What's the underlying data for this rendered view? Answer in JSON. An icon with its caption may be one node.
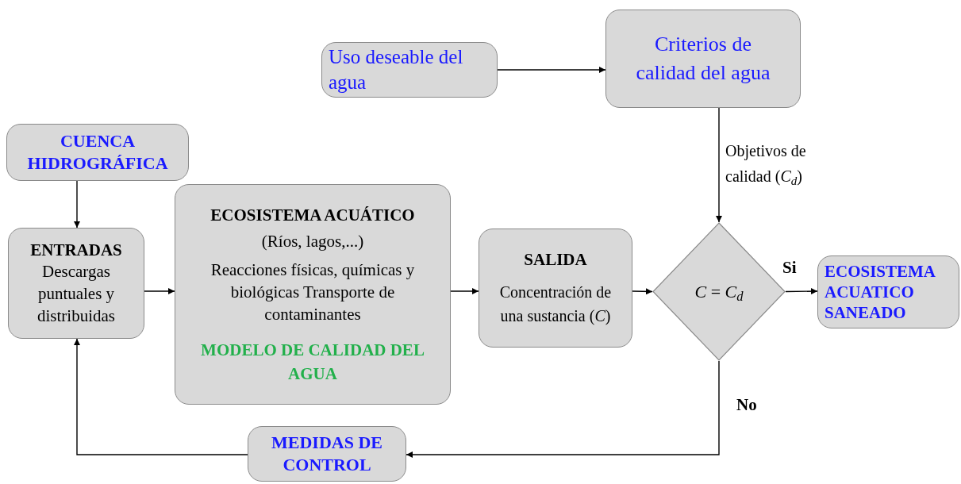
{
  "diagram": {
    "nodes": [
      {
        "text": [
          "Uso deseable del agua"
        ]
      },
      {
        "text": [
          "Criterios de calidad del agua"
        ]
      },
      {
        "text": [
          "CUENCA HIDROGRÁFICA"
        ]
      },
      {
        "text": [
          "ENTRADAS",
          "Descargas puntuales y distribuidas"
        ]
      },
      {
        "text": [
          "ECOSISTEMA ACUÁTICO",
          "(Ríos, lagos,...)",
          "Reacciones físicas, químicas y biológicas Transporte de contaminantes",
          "MODELO DE CALIDAD DEL AGUA"
        ]
      },
      {
        "text": [
          "SALIDA",
          "Concentración de una sustancia (*C*)"
        ]
      },
      {
        "text": [
          "*C* = *C*$_{d}$"
        ]
      },
      {
        "text": [
          "ECOSISTEMA ACUATICO SANEADO"
        ]
      },
      {
        "text": [
          "MEDIDAS DE CONTROL"
        ]
      }
    ],
    "edges": [
      {
        "from": 0,
        "to": 1,
        "arrow": "to"
      },
      {
        "from": 1,
        "to": 6,
        "arrow": "to",
        "label": "Objetivos de calidad (*C*$_{d}$)"
      },
      {
        "from": 2,
        "to": 3,
        "arrow": "to"
      },
      {
        "from": 3,
        "to": 4,
        "arrow": "to"
      },
      {
        "from": 4,
        "to": 5,
        "arrow": "to"
      },
      {
        "from": 5,
        "to": 6,
        "arrow": "to"
      },
      {
        "from": 6,
        "to": 7,
        "arrow": "to",
        "label": "Si"
      },
      {
        "from": 6,
        "to": 8,
        "arrow": "to",
        "label": "No"
      },
      {
        "from": 8,
        "to": 3,
        "arrow": "to"
      }
    ]
  }
}
